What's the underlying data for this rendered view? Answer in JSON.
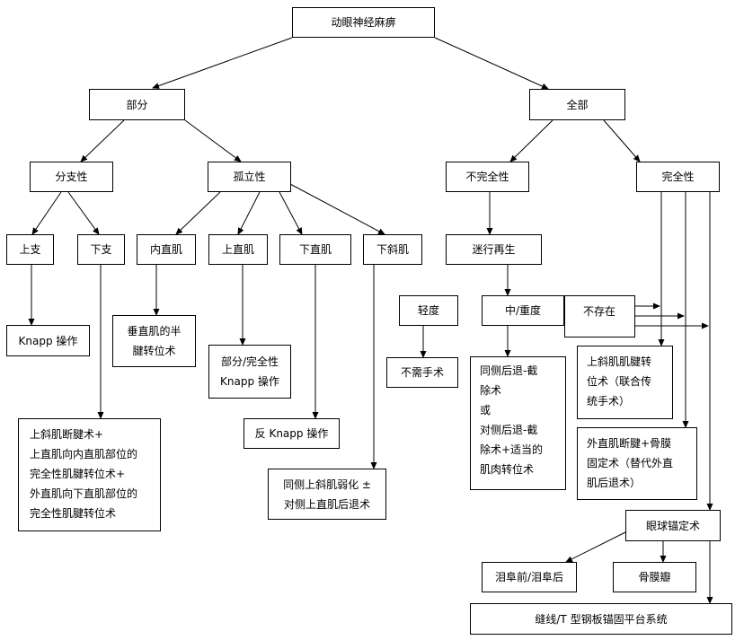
{
  "root": "动眼神经麻痹",
  "partial": "部分",
  "complete_all": "全部",
  "branch": "分支性",
  "isolated": "孤立性",
  "incomplete": "不完全性",
  "complete": "完全性",
  "upper_branch": "上支",
  "lower_branch": "下支",
  "medial_rectus": "内直肌",
  "superior_rectus": "上直肌",
  "inferior_rectus": "下直肌",
  "inferior_oblique": "下斜肌",
  "aberrant_regeneration": "迷行再生",
  "mild": "轻度",
  "moderate_severe": "中/重度",
  "absent": "不存在",
  "knapp": "Knapp 操作",
  "vertical_half_tendon": [
    "垂直肌的半",
    "腱转位术"
  ],
  "partial_complete_knapp": [
    "部分/完全性",
    "Knapp 操作"
  ],
  "reverse_knapp": "反 Knapp 操作",
  "so_weaken": [
    "同侧上斜肌弱化 ±",
    "对侧上直肌后退术"
  ],
  "no_surgery": "不需手术",
  "recess_resect": [
    "同侧后退-截",
    "除术",
    "或",
    "对侧后退-截",
    "除术+适当的",
    "肌肉转位术"
  ],
  "so_transposition": [
    "上斜肌肌腱转",
    "位术（联合传",
    "统手术）"
  ],
  "lr_periosteal": [
    "外直肌断腱+骨膜",
    "固定术（替代外直",
    "肌后退术）"
  ],
  "lower_branch_treatment": [
    "上斜肌断腱术+",
    "上直肌向内直肌部位的",
    "完全性肌腱转位术+",
    "外直肌向下直肌部位的",
    "完全性肌腱转位术"
  ],
  "globe_anchoring": "眼球锚定术",
  "lacrimal": "泪阜前/泪阜后",
  "periosteal_flap": "骨膜瓣",
  "suture_plate": "缝线/T 型钢板锚固平台系统"
}
